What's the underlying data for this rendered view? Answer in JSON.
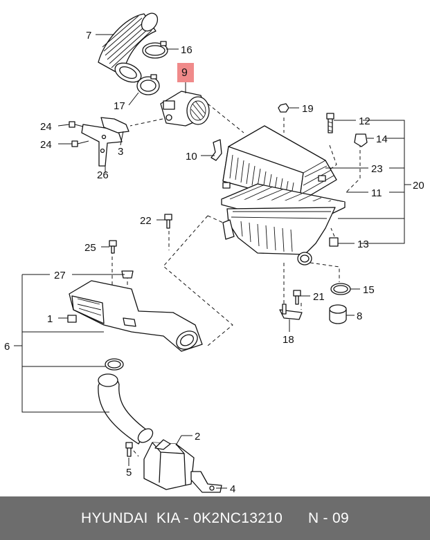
{
  "callouts": {
    "n1": "1",
    "n2": "2",
    "n3": "3",
    "n4": "4",
    "n5": "5",
    "n6": "6",
    "n7": "7",
    "n8": "8",
    "n9": "9",
    "n10": "10",
    "n11": "11",
    "n12": "12",
    "n13": "13",
    "n14": "14",
    "n15": "15",
    "n16": "16",
    "n17": "17",
    "n18": "18",
    "n19": "19",
    "n20": "20",
    "n21": "21",
    "n22": "22",
    "n23": "23",
    "n24a": "24",
    "n24b": "24",
    "n25": "25",
    "n26": "26",
    "n27": "27"
  },
  "highlight": {
    "part": "9",
    "color": "#f08a8a"
  },
  "footer": {
    "text": "HYUNDAI  KIA - 0K2NC13210      N - 09"
  }
}
